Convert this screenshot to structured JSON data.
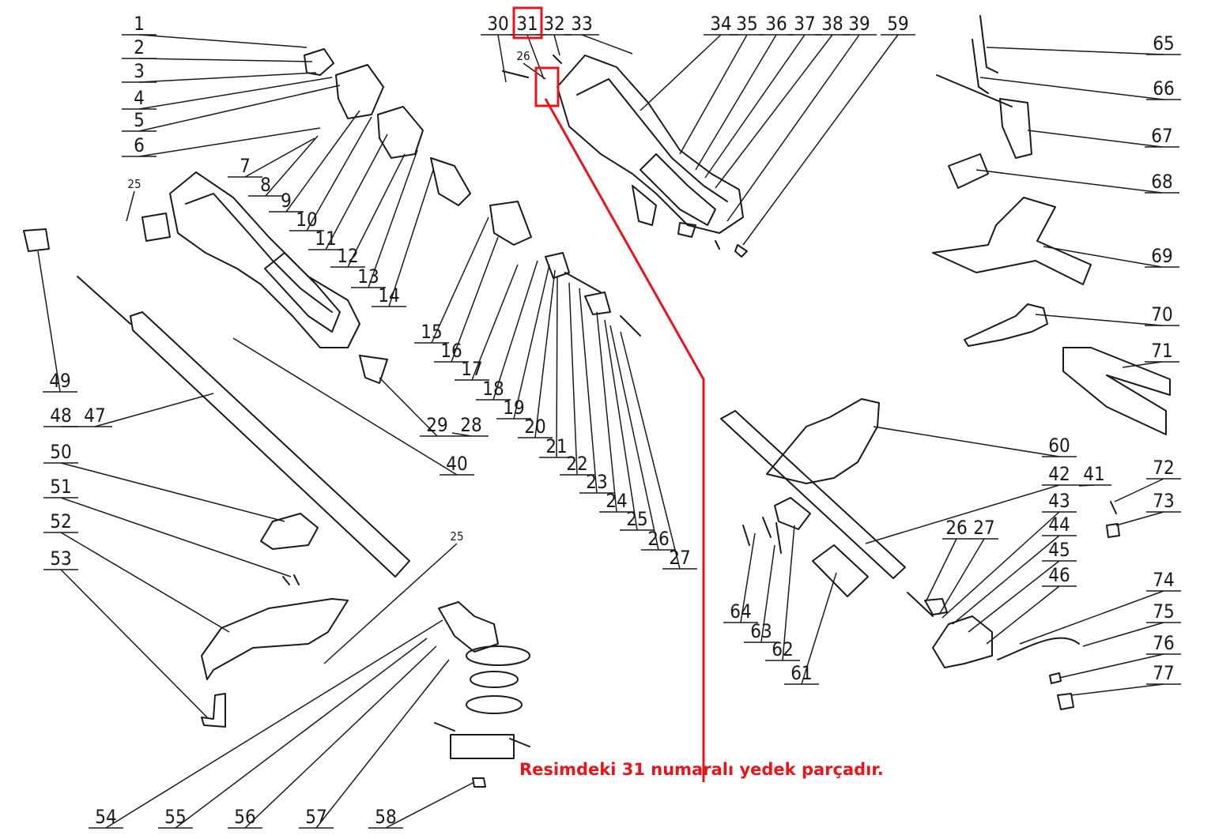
{
  "labels": [
    "1",
    "2",
    "3",
    "4",
    "5",
    "6",
    "7",
    "8",
    "9",
    "10",
    "11",
    "12",
    "13",
    "14",
    "15",
    "16",
    "17",
    "18",
    "19",
    "20",
    "21",
    "22",
    "23",
    "24",
    "25",
    "26",
    "27",
    "28",
    "29",
    "30",
    "31",
    "32",
    "33",
    "34",
    "35",
    "36",
    "37",
    "38",
    "39",
    "40",
    "41",
    "42",
    "43",
    "44",
    "45",
    "46",
    "47",
    "48",
    "49",
    "50",
    "51",
    "52",
    "53",
    "54",
    "55",
    "56",
    "57",
    "58",
    "59",
    "60",
    "61",
    "62",
    "63",
    "64",
    "65",
    "66",
    "67",
    "68",
    "69",
    "70",
    "71",
    "72",
    "73",
    "74",
    "75",
    "76",
    "77"
  ],
  "small_labels": [
    "25",
    "26",
    "25"
  ],
  "highlight": {
    "label": "31",
    "color": "#e8141c"
  },
  "note": "Resimdeki 31 numaralı yedek parçadır.",
  "colors": {
    "ink": "#1a1a1a",
    "accent": "#e8141c"
  }
}
